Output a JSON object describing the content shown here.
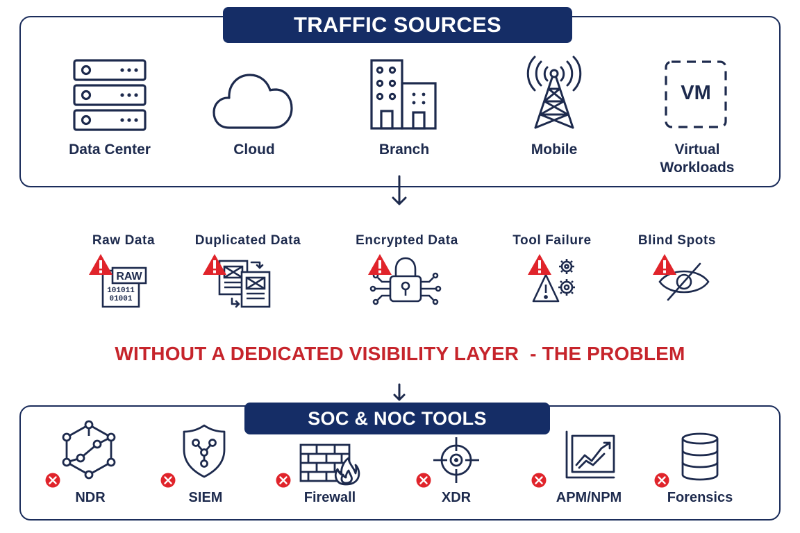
{
  "sources": {
    "title": "TRAFFIC SOURCES",
    "items": [
      {
        "label": "Data Center",
        "icon": "server-rack-icon"
      },
      {
        "label": "Cloud",
        "icon": "cloud-icon"
      },
      {
        "label": "Branch",
        "icon": "office-building-icon"
      },
      {
        "label": "Mobile",
        "icon": "cell-tower-icon"
      },
      {
        "label_line1": "Virtual",
        "label_line2": "Workloads",
        "icon": "vm-icon",
        "icon_text": "VM"
      }
    ]
  },
  "problems": {
    "title": "WITHOUT A DEDICATED VISIBILITY LAYER  - THE PROBLEM",
    "items": [
      {
        "label": "Raw Data",
        "icon": "raw-data-icon",
        "icon_text": "RAW",
        "binary_1": "101011",
        "binary_2": "01001"
      },
      {
        "label": "Duplicated Data",
        "icon": "duplicate-documents-icon"
      },
      {
        "label": "Encrypted Data",
        "icon": "padlock-circuit-icon"
      },
      {
        "label": "Tool Failure",
        "icon": "gears-warning-icon"
      },
      {
        "label": "Blind Spots",
        "icon": "eye-slash-icon"
      }
    ]
  },
  "tools": {
    "title": "SOC & NOC TOOLS",
    "items": [
      {
        "label": "NDR",
        "icon": "network-hexagon-icon"
      },
      {
        "label": "SIEM",
        "icon": "shield-nodes-icon"
      },
      {
        "label": "Firewall",
        "icon": "brick-wall-fire-icon"
      },
      {
        "label": "XDR",
        "icon": "crosshair-icon"
      },
      {
        "label": "APM/NPM",
        "icon": "line-chart-icon"
      },
      {
        "label": "Forensics",
        "icon": "database-icon"
      }
    ]
  },
  "colors": {
    "navy": "#152d66",
    "ink": "#1d2a4d",
    "alert_red": "#c6242b",
    "warning_red": "#e0242b"
  }
}
